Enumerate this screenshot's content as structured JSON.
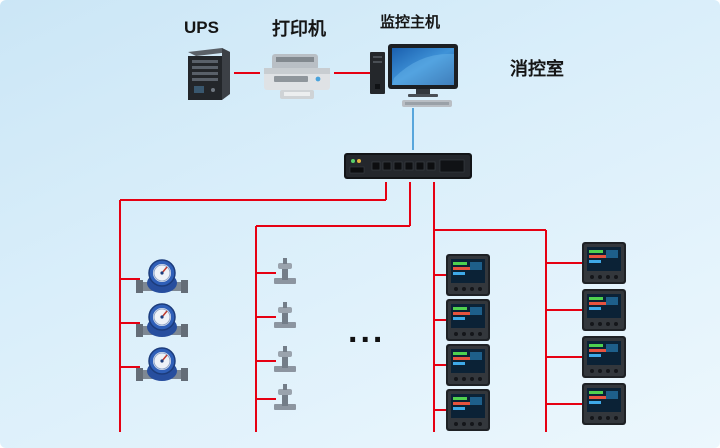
{
  "labels": {
    "ups": "UPS",
    "printer": "打印机",
    "host": "监控主机",
    "control_room": "消控室",
    "ellipsis": "..."
  },
  "colors": {
    "background_top": "#cbe6f6",
    "background_bottom": "#ecf7fd",
    "bus_line_red": "#e60012",
    "uplink_line_blue": "#58a6dc",
    "water_meter_blue": "#2f5fb8",
    "device_dark": "#26292d"
  },
  "topology": {
    "control_room_devices": [
      "ups-tower",
      "laser-printer",
      "monitoring-host-computer"
    ],
    "collector": "data-acquisition-switch",
    "branches": {
      "water_meters": 3,
      "valve_sensors": 4,
      "power_meter_column_a": 4,
      "power_meter_column_b": 4
    }
  }
}
